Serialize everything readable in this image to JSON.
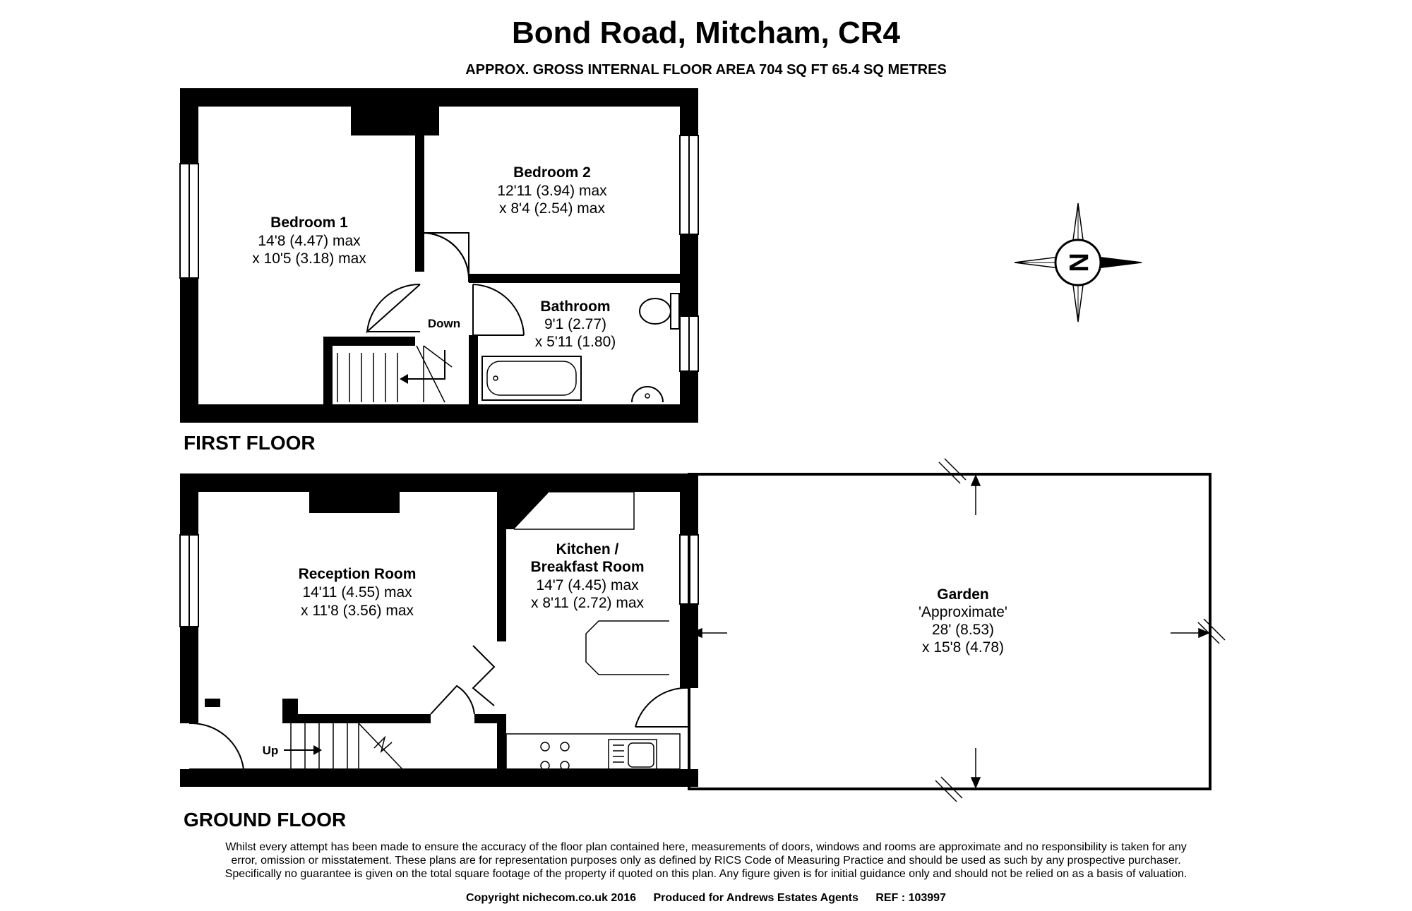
{
  "header": {
    "title": "Bond Road, Mitcham, CR4",
    "subtitle": "APPROX. GROSS INTERNAL FLOOR AREA 704 SQ FT 65.4 SQ METRES"
  },
  "first_floor": {
    "label": "FIRST FLOOR",
    "bedroom1": {
      "name": "Bedroom 1",
      "dim1": "14'8 (4.47) max",
      "dim2": "x 10'5 (3.18) max"
    },
    "bedroom2": {
      "name": "Bedroom 2",
      "dim1": "12'11 (3.94) max",
      "dim2": "x 8'4 (2.54) max"
    },
    "bathroom": {
      "name": "Bathroom",
      "dim1": "9'1 (2.77)",
      "dim2": "x 5'11 (1.80)"
    },
    "stairs_label": "Down"
  },
  "ground_floor": {
    "label": "GROUND FLOOR",
    "reception": {
      "name": "Reception Room",
      "dim1": "14'11 (4.55) max",
      "dim2": "x 11'8 (3.56) max"
    },
    "kitchen": {
      "name1": "Kitchen /",
      "name2": "Breakfast Room",
      "dim1": "14'7 (4.45) max",
      "dim2": "x 8'11 (2.72) max"
    },
    "garden": {
      "name": "Garden",
      "note": "'Approximate'",
      "dim1": "28' (8.53)",
      "dim2": "x 15'8 (4.78)"
    },
    "stairs_label": "Up"
  },
  "compass": {
    "letter": "N"
  },
  "footer": {
    "disclaimer_1": "Whilst every attempt has been made to ensure the accuracy of the floor plan contained here, measurements of doors, windows and rooms are approximate and no responsibility is taken for any",
    "disclaimer_2": "error, omission or misstatement. These plans are for representation purposes only as defined by RICS Code of Measuring Practice and should be used as such by any prospective purchaser.",
    "disclaimer_3": "Specifically no guarantee is given on the total square footage of the property if quoted on this plan. Any figure given is for initial guidance only and should not be relied on as a basis of valuation.",
    "copyright": "Copyright nichecom.co.uk 2016",
    "produced_for": "Produced for Andrews Estates Agents",
    "ref": "REF : 103997"
  }
}
